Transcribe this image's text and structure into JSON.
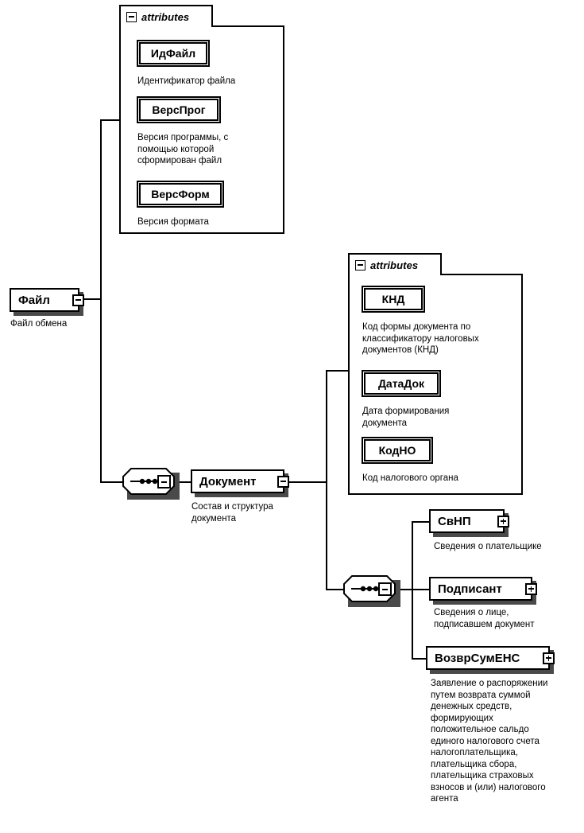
{
  "diagram": {
    "type": "xsd-schema-tree",
    "root": {
      "name": "Файл",
      "description": "Файл обмена",
      "toggle": "minus"
    },
    "attribute_groups": [
      {
        "id": "file-attributes",
        "tab_label": "attributes",
        "toggle": "minus",
        "attributes": [
          {
            "name": "ИдФайл",
            "description": "Идентификатор файла"
          },
          {
            "name": "ВерсПрог",
            "description": "Версия программы, с помощью которой сформирован файл"
          },
          {
            "name": "ВерсФорм",
            "description": "Версия формата"
          }
        ]
      },
      {
        "id": "document-attributes",
        "tab_label": "attributes",
        "toggle": "minus",
        "attributes": [
          {
            "name": "КНД",
            "description": "Код формы документа по классификатору налоговых документов (КНД)"
          },
          {
            "name": "ДатаДок",
            "description": "Дата формирования документа"
          },
          {
            "name": "КодНО",
            "description": "Код налогового органа"
          }
        ]
      }
    ],
    "elements": [
      {
        "id": "dokument",
        "name": "Документ",
        "description": "Состав и структура документа",
        "toggle": "minus"
      },
      {
        "id": "svnp",
        "name": "СвНП",
        "description": "Сведения о плательщике",
        "toggle": "plus"
      },
      {
        "id": "podpisant",
        "name": "Подписант",
        "description": "Сведения о лице, подписавшем документ",
        "toggle": "plus"
      },
      {
        "id": "vozvrsumens",
        "name": "ВозврСумЕНС",
        "description": "Заявление о распоряжении путем возврата суммой денежных средств, формирующих положительное сальдо единого налогового счета налогоплательщика, плательщика сбора, плательщика страховых взносов и (или) налогового агента",
        "toggle": "plus"
      }
    ],
    "sequences": [
      {
        "id": "sequence-file",
        "kind": "sequence"
      },
      {
        "id": "sequence-document",
        "kind": "sequence"
      }
    ],
    "colors": {
      "line": "#000000",
      "shadow": "#4a4a4a",
      "background": "#ffffff"
    }
  }
}
